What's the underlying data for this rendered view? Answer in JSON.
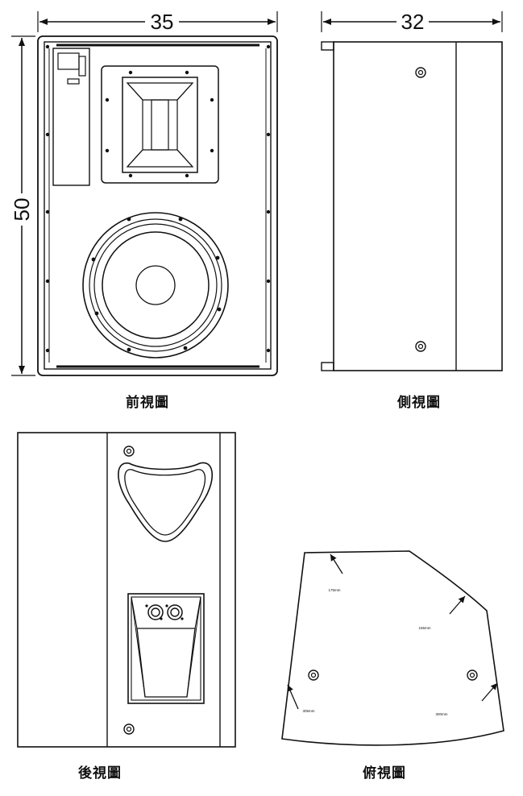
{
  "dimensions": {
    "front_width": "35",
    "side_depth": "32",
    "front_height": "50"
  },
  "captions": {
    "front": "前視圖",
    "side": "側視圖",
    "back": "後視圖",
    "top": "俯視圖"
  },
  "top_view_labels": {
    "dim_a": "175mm",
    "dim_b": "165mm",
    "dim_c": "305mm",
    "dim_d": "300mm"
  },
  "colors": {
    "line": "#111111",
    "background": "#ffffff"
  }
}
